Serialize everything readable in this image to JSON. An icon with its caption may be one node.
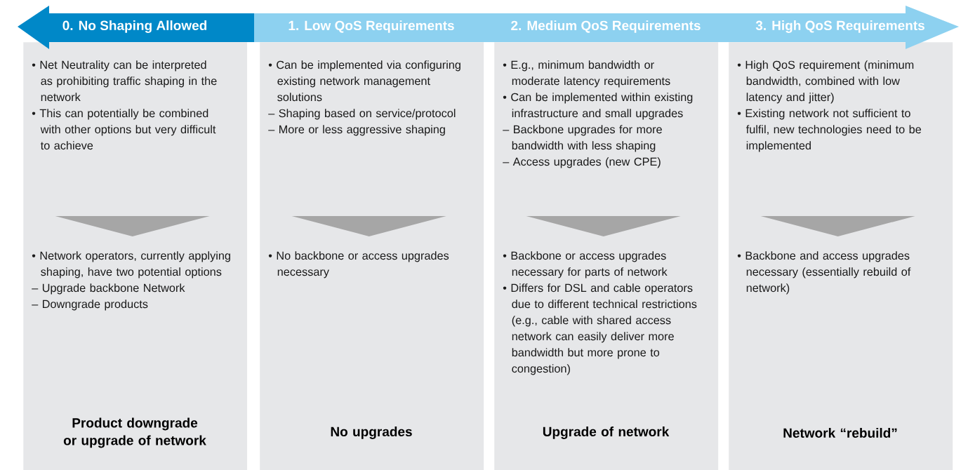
{
  "diagram": {
    "nodes": [
      {
        "text": [
          "0. No Shaping Allowed"
        ]
      },
      {
        "text": [
          "1. Low QoS Requirements",
          "2. Medium QoS Requirements",
          "3. High QoS Requirements"
        ]
      },
      {
        "text": [],
        "shape": "box"
      },
      {
        "text": [
          "• Net Neutrality can be interpreted as prohibiting traffic shaping in the network",
          "• This can potentially be combined with other options but very difficult to achieve"
        ],
        "in": 2
      },
      {
        "text": [
          "• Network operators, currently applying shaping, have two potential options",
          "– Upgrade backbone Network",
          "– Downgrade products"
        ],
        "in": 2
      },
      {
        "text": [
          "Product downgrade or upgrade of network"
        ],
        "in": 2
      },
      {
        "text": [],
        "shape": "box"
      },
      {
        "text": [
          "• Can be implemented via configuring existing network management solutions",
          "– Shaping based on service/protocol",
          "– More or less aggressive shaping"
        ],
        "in": 6
      },
      {
        "text": [
          "• No backbone or access upgrades necessary"
        ],
        "in": 6
      },
      {
        "text": [
          "No upgrades"
        ],
        "in": 6
      },
      {
        "text": [],
        "shape": "box"
      },
      {
        "text": [
          "• E.g., minimum bandwidth or moderate latency requirements",
          "• Can be implemented within existing infrastructure and small upgrades",
          "– Backbone upgrades for more bandwidth with less shaping",
          "– Access upgrades (new CPE)"
        ],
        "in": 10
      },
      {
        "text": [
          "• Backbone or access upgrades necessary for parts of network",
          "• Differs for DSL and cable operators due to different technical restrictions (e.g., cable with shared access network can easily deliver more bandwidth but more prone to congestion)"
        ],
        "in": 10
      },
      {
        "text": [
          "Upgrade of network"
        ],
        "in": 10
      },
      {
        "text": [],
        "shape": "box"
      },
      {
        "text": [
          "• High QoS requirement (minimum bandwidth, combined with low latency and jitter)",
          "• Existing network not sufficient to fulfil, new technologies need to be implemented"
        ],
        "in": 14
      },
      {
        "text": [
          "• Backbone and access upgrades necessary (essentially rebuild of network)"
        ],
        "in": 14
      },
      {
        "text": [
          "Network “rebuild”"
        ],
        "in": 14
      }
    ],
    "edges": [
      {
        "from": 3,
        "to": 4,
        "arrow": "to"
      },
      {
        "from": 7,
        "to": 8,
        "arrow": "to"
      },
      {
        "from": 11,
        "to": 12,
        "arrow": "to"
      },
      {
        "from": 15,
        "to": 16,
        "arrow": "to"
      }
    ]
  }
}
